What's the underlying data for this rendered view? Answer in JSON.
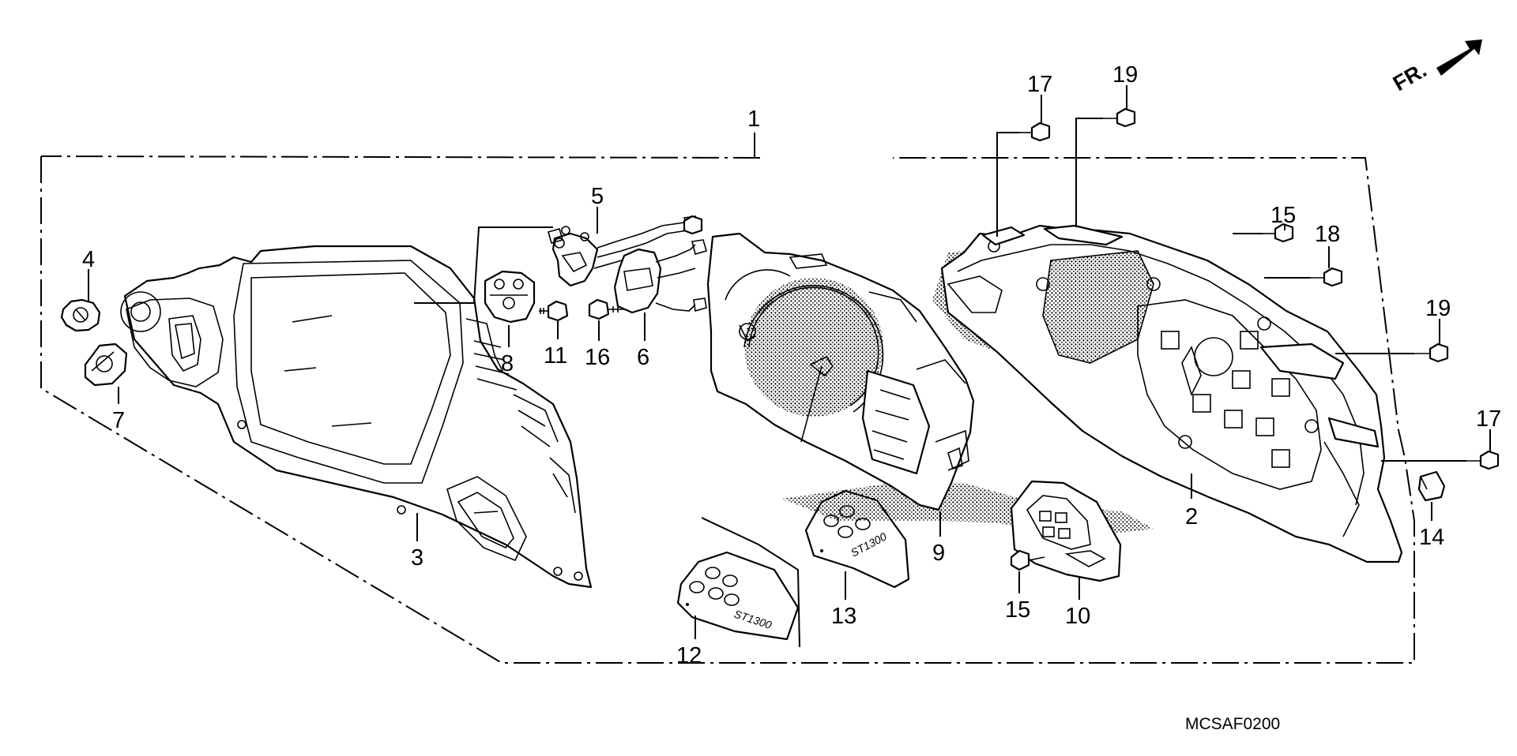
{
  "diagram": {
    "callouts": {
      "c1": "1",
      "c2": "2",
      "c3": "3",
      "c4": "4",
      "c5": "5",
      "c6": "6",
      "c7": "7",
      "c8": "8",
      "c9": "9",
      "c10": "10",
      "c11": "11",
      "c12": "12",
      "c13": "13",
      "c14": "14",
      "c15a": "15",
      "c15b": "15",
      "c16": "16",
      "c17a": "17",
      "c17b": "17",
      "c18": "18",
      "c19a": "19",
      "c19b": "19"
    },
    "front_indicator": "FR.",
    "plate_text_12": "ST1300",
    "plate_text_13": "ST1300",
    "diagram_code": "MCSAF0200"
  }
}
